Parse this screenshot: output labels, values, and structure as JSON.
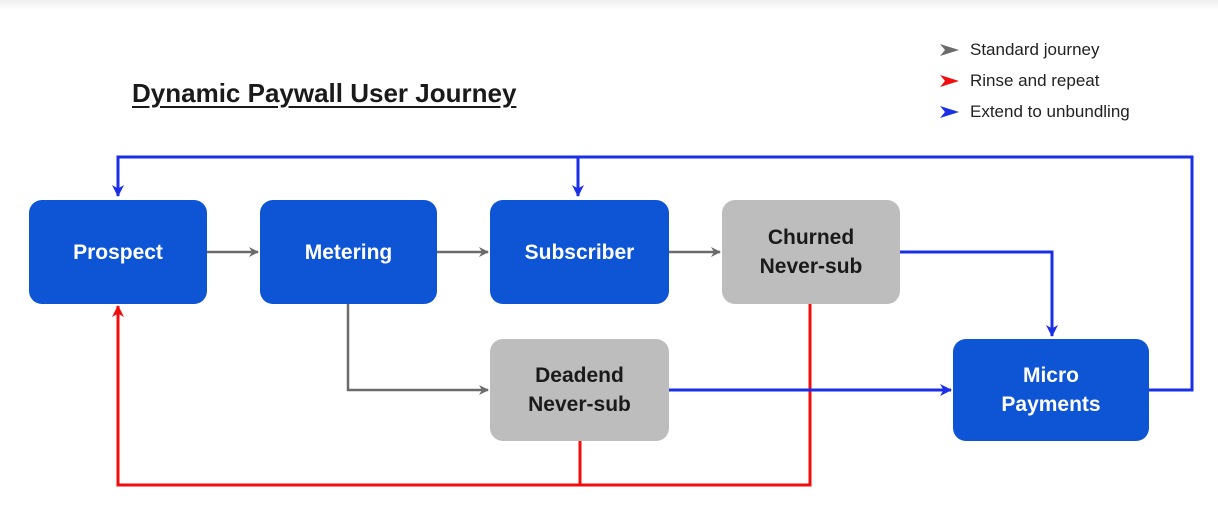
{
  "title": "Dynamic Paywall User Journey",
  "legend": [
    {
      "label": "Standard journey",
      "color": "#6b6b6b"
    },
    {
      "label": "Rinse and repeat",
      "color": "#f20d0d"
    },
    {
      "label": "Extend to unbundling",
      "color": "#1a2fe6"
    }
  ],
  "nodes": {
    "prospect": "Prospect",
    "metering": "Metering",
    "subscriber": "Subscriber",
    "churned": "Churned\nNever-sub",
    "deadend": "Deadend\nNever-sub",
    "micro": "Micro\nPayments"
  },
  "colors": {
    "node_blue": "#0d55d4",
    "node_gray": "#bdbdbd",
    "standard": "#6b6b6b",
    "repeat": "#f20d0d",
    "unbundling": "#1a2fe6"
  }
}
